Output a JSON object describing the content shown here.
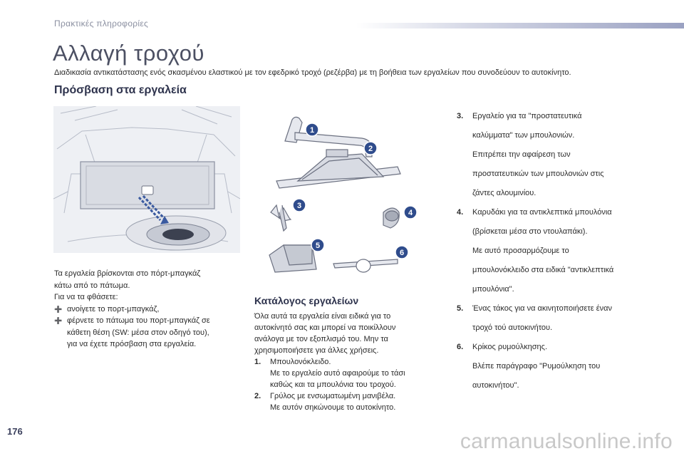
{
  "header": {
    "section": "Πρακτικές πληροφορίες"
  },
  "title": "Αλλαγή τροχού",
  "subtitle": "Διαδικασία αντικατάστασης ενός σκασμένου ελαστικού με τον εφεδρικό τροχό (ρεζέρβα) με τη βοήθεια των εργαλείων που συνοδεύουν το αυτοκίνητο.",
  "access_section": {
    "heading": "Πρόσβαση στα εργαλεία",
    "intro": [
      "Τα εργαλεία βρίσκονται στο πόρτ-μπαγκάζ",
      "κάτω από το πάτωμα.",
      "Για να τα φθάσετε:"
    ],
    "bullets": [
      [
        "ανοίγετε το πορτ-μπαγκάζ,"
      ],
      [
        "φέρνετε το πάτωμα του πορτ-μπαγκάζ σε",
        "κάθετη θέση (SW: μέσα στον οδηγό του),",
        "για να έχετε πρόσβαση στα εργαλεία."
      ]
    ],
    "bullet_marker": "➕"
  },
  "catalog": {
    "heading": "Κατάλογος εργαλείων",
    "intro": [
      "Όλα αυτά τα εργαλεία είναι ειδικά για το",
      "αυτοκίνητό σας και μπορεί να ποικίλλουν",
      "ανάλογα με τον εξοπλισμό του. Μην τα",
      "χρησιμοποιήσετε για άλλες χρήσεις."
    ],
    "items": [
      {
        "num": "1.",
        "lines": [
          "Μπουλονόκλειδο.",
          "Με το εργαλείο αυτό αφαιρούμε το τάσι",
          "καθώς και τα μπουλόνια του τροχού."
        ]
      },
      {
        "num": "2.",
        "lines": [
          "Γρύλος με ενσωματωμένη μανιβέλα.",
          "Με αυτόν σηκώνουμε το αυτοκίνητο."
        ]
      },
      {
        "num": "3.",
        "lines": [
          "Εργαλείο για τα \"προστατευτικά",
          "καλύμματα\" των μπουλονιών.",
          "Επιτρέπει την αφαίρεση των",
          "προστατευτικών των μπουλονιών στις",
          "ζάντες αλουμινίου."
        ]
      },
      {
        "num": "4.",
        "lines": [
          "Καρυδάκι για τα αντικλεπτικά μπουλόνια",
          "(βρίσκεται μέσα στο ντουλαπάκι).",
          "Με αυτό προσαρμόζουμε το",
          "μπουλονόκλειδο στα ειδικά \"αντικλεπτικά",
          "μπουλόνια\"."
        ]
      },
      {
        "num": "5.",
        "lines": [
          "Ένας τάκος για να ακινητοποιήσετε έναν",
          "τροχό τού αυτοκινήτου."
        ]
      },
      {
        "num": "6.",
        "lines": [
          "Κρίκος ρυμούλκησης.",
          "Βλέπε παράγραφο \"Ρυμούλκηση του",
          "αυτοκινήτου\"."
        ]
      }
    ],
    "callouts": [
      "1",
      "2",
      "3",
      "4",
      "5",
      "6"
    ]
  },
  "page_number": "176",
  "watermark": "carmanualsonline.info",
  "colors": {
    "title": "#4c5063",
    "heading": "#2e334d",
    "callout": "#2f4c8c"
  }
}
